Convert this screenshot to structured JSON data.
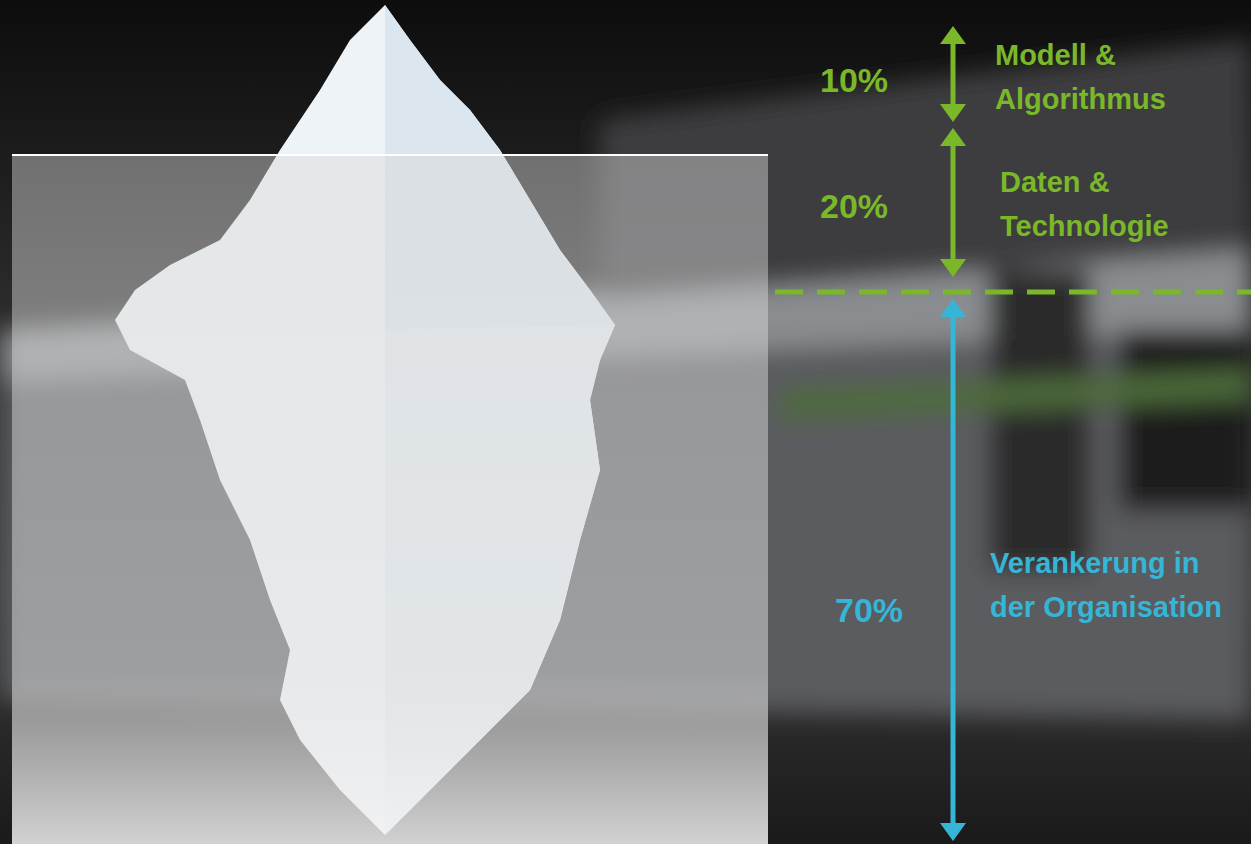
{
  "diagram": {
    "labels": [
      "10%",
      "Modell & Algorithmus",
      "20%",
      "Daten & Technologie",
      "70%",
      "Verankerung in der Organisation"
    ]
  }
}
